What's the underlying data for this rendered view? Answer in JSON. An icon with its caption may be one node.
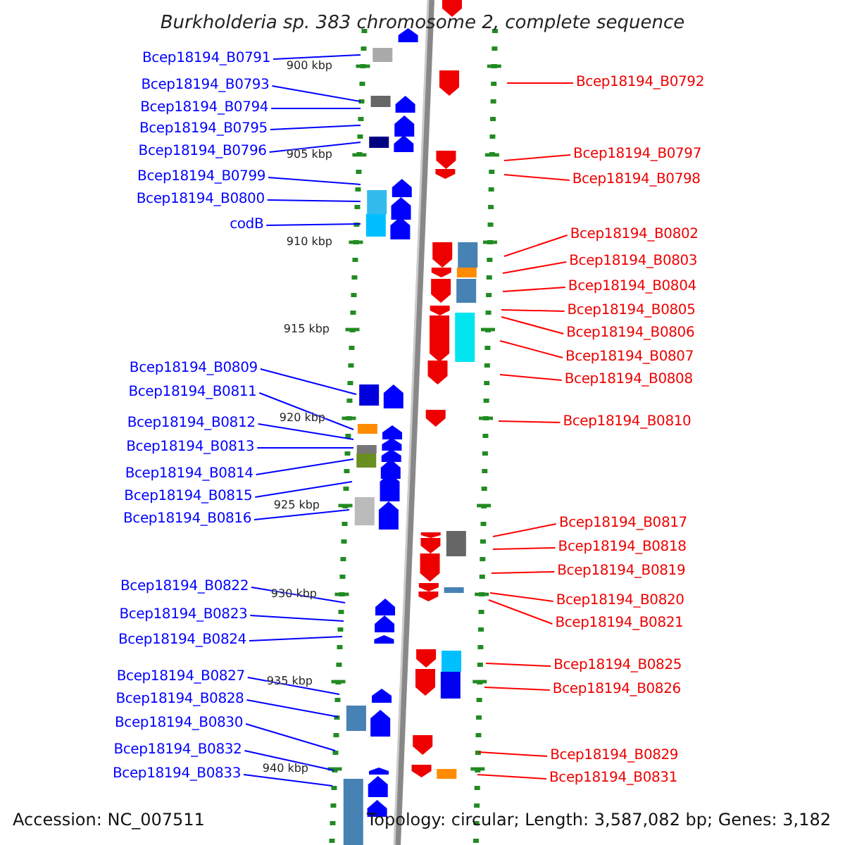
{
  "diagram": {
    "title": "Burkholderia sp. 383 chromosome 2, complete sequence",
    "nodes": [
      {
        "text": [
          "Bcep18194_B0791"
        ]
      },
      {
        "text": [
          "Bcep18194_B0793"
        ]
      },
      {
        "text": [
          "Bcep18194_B0794"
        ]
      },
      {
        "text": [
          "Bcep18194_B0795"
        ]
      },
      {
        "text": [
          "Bcep18194_B0796"
        ]
      },
      {
        "text": [
          "Bcep18194_B0799"
        ]
      },
      {
        "text": [
          "Bcep18194_B0800"
        ]
      },
      {
        "text": [
          "codB"
        ]
      },
      {
        "text": [
          "Bcep18194_B0809"
        ]
      },
      {
        "text": [
          "Bcep18194_B0811"
        ]
      },
      {
        "text": [
          "Bcep18194_B0812"
        ]
      },
      {
        "text": [
          "Bcep18194_B0813"
        ]
      },
      {
        "text": [
          "Bcep18194_B0814"
        ]
      },
      {
        "text": [
          "Bcep18194_B0815"
        ]
      },
      {
        "text": [
          "Bcep18194_B0816"
        ]
      },
      {
        "text": [
          "Bcep18194_B0822"
        ]
      },
      {
        "text": [
          "Bcep18194_B0823"
        ]
      },
      {
        "text": [
          "Bcep18194_B0824"
        ]
      },
      {
        "text": [
          "Bcep18194_B0827"
        ]
      },
      {
        "text": [
          "Bcep18194_B0828"
        ]
      },
      {
        "text": [
          "Bcep18194_B0830"
        ]
      },
      {
        "text": [
          "Bcep18194_B0832"
        ]
      },
      {
        "text": [
          "Bcep18194_B0833"
        ]
      },
      {
        "text": [
          "Bcep18194_B0792"
        ]
      },
      {
        "text": [
          "Bcep18194_B0797"
        ]
      },
      {
        "text": [
          "Bcep18194_B0798"
        ]
      },
      {
        "text": [
          "Bcep18194_B0802"
        ]
      },
      {
        "text": [
          "Bcep18194_B0803"
        ]
      },
      {
        "text": [
          "Bcep18194_B0804"
        ]
      },
      {
        "text": [
          "Bcep18194_B0805"
        ]
      },
      {
        "text": [
          "Bcep18194_B0806"
        ]
      },
      {
        "text": [
          "Bcep18194_B0807"
        ]
      },
      {
        "text": [
          "Bcep18194_B0808"
        ]
      },
      {
        "text": [
          "Bcep18194_B0810"
        ]
      },
      {
        "text": [
          "Bcep18194_B0817"
        ]
      },
      {
        "text": [
          "Bcep18194_B0818"
        ]
      },
      {
        "text": [
          "Bcep18194_B0819"
        ]
      },
      {
        "text": [
          "Bcep18194_B0820"
        ]
      },
      {
        "text": [
          "Bcep18194_B0821"
        ]
      },
      {
        "text": [
          "Bcep18194_B0825"
        ]
      },
      {
        "text": [
          "Bcep18194_B0826"
        ]
      },
      {
        "text": [
          "Bcep18194_B0829"
        ]
      },
      {
        "text": [
          "Bcep18194_B0831"
        ]
      }
    ],
    "edges": [
      {
        "from": 0,
        "to": null,
        "arrow": "none"
      },
      {
        "from": 1,
        "to": null,
        "arrow": "none"
      },
      {
        "from": 2,
        "to": null,
        "arrow": "none"
      },
      {
        "from": 3,
        "to": null,
        "arrow": "none"
      },
      {
        "from": 4,
        "to": null,
        "arrow": "none"
      },
      {
        "from": 5,
        "to": null,
        "arrow": "none"
      },
      {
        "from": 6,
        "to": null,
        "arrow": "none"
      },
      {
        "from": 7,
        "to": null,
        "arrow": "none"
      },
      {
        "from": 8,
        "to": null,
        "arrow": "none"
      },
      {
        "from": 9,
        "to": null,
        "arrow": "none"
      },
      {
        "from": 10,
        "to": null,
        "arrow": "none"
      },
      {
        "from": 11,
        "to": null,
        "arrow": "none"
      },
      {
        "from": 12,
        "to": null,
        "arrow": "none"
      },
      {
        "from": 13,
        "to": null,
        "arrow": "none"
      },
      {
        "from": 14,
        "to": null,
        "arrow": "none"
      },
      {
        "from": 15,
        "to": null,
        "arrow": "none"
      },
      {
        "from": 16,
        "to": null,
        "arrow": "none"
      },
      {
        "from": 17,
        "to": null,
        "arrow": "none"
      },
      {
        "from": 18,
        "to": null,
        "arrow": "none"
      },
      {
        "from": 19,
        "to": null,
        "arrow": "none"
      },
      {
        "from": 20,
        "to": null,
        "arrow": "none"
      },
      {
        "from": 21,
        "to": null,
        "arrow": "none"
      },
      {
        "from": 22,
        "to": null,
        "arrow": "none"
      },
      {
        "from": 23,
        "to": null,
        "arrow": "none",
        "color": "#ff0000"
      },
      {
        "from": 24,
        "to": null,
        "arrow": "none",
        "color": "#ff0000"
      },
      {
        "from": 25,
        "to": null,
        "arrow": "none",
        "color": "#ff0000"
      },
      {
        "from": 26,
        "to": null,
        "arrow": "none",
        "color": "#ff0000"
      },
      {
        "from": 27,
        "to": null,
        "arrow": "none",
        "color": "#ff0000"
      },
      {
        "from": 28,
        "to": null,
        "arrow": "none",
        "color": "#ff0000"
      },
      {
        "from": 29,
        "to": null,
        "arrow": "none",
        "color": "#ff0000"
      },
      {
        "from": 30,
        "to": null,
        "arrow": "none",
        "color": "#ff0000"
      },
      {
        "from": 31,
        "to": null,
        "arrow": "none",
        "color": "#ff0000"
      },
      {
        "from": 32,
        "to": null,
        "arrow": "none",
        "color": "#ff0000"
      },
      {
        "from": 33,
        "to": null,
        "arrow": "none",
        "color": "#ff0000"
      },
      {
        "from": 34,
        "to": null,
        "arrow": "none",
        "color": "#ff0000"
      },
      {
        "from": 35,
        "to": null,
        "arrow": "none",
        "color": "#ff0000"
      },
      {
        "from": 36,
        "to": null,
        "arrow": "none",
        "color": "#ff0000"
      },
      {
        "from": 37,
        "to": null,
        "arrow": "none",
        "color": "#ff0000"
      },
      {
        "from": 38,
        "to": null,
        "arrow": "none",
        "color": "#ff0000"
      },
      {
        "from": 39,
        "to": null,
        "arrow": "none",
        "color": "#ff0000"
      },
      {
        "from": 40,
        "to": null,
        "arrow": "none",
        "color": "#ff0000"
      },
      {
        "from": 41,
        "to": null,
        "arrow": "none",
        "color": "#ff0000"
      },
      {
        "from": 42,
        "to": null,
        "arrow": "none",
        "color": "#ff0000"
      }
    ],
    "labels": [
      "900 kbp",
      "905 kbp",
      "910 kbp",
      "915 kbp",
      "920 kbp",
      "925 kbp",
      "930 kbp",
      "935 kbp",
      "940 kbp",
      "Accession: NC_007511",
      "Topology: circular; Length: 3,587,082 bp; Genes: 3,182"
    ]
  }
}
